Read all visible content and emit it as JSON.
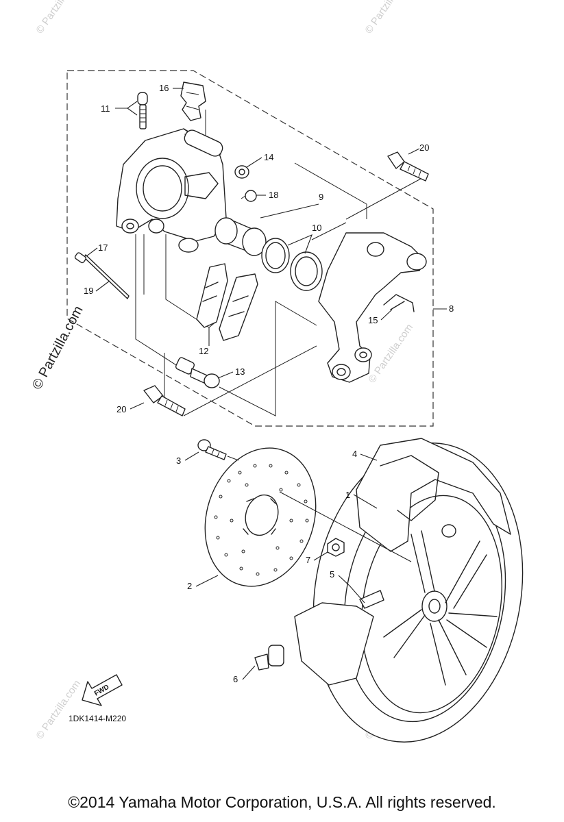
{
  "diagram": {
    "labels": {
      "p1": "1",
      "p2": "2",
      "p3": "3",
      "p4": "4",
      "p5": "5",
      "p6": "6",
      "p7": "7",
      "p8": "8",
      "p9": "9",
      "p10": "10",
      "p11": "11",
      "p12": "12",
      "p13": "13",
      "p14": "14",
      "p15": "15",
      "p16": "16",
      "p17": "17",
      "p18": "18",
      "p19": "19",
      "p20a": "20",
      "p20b": "20"
    },
    "diagram_code": "1DK1414-M220",
    "fwd_arrow": "FWD"
  },
  "watermark": {
    "main": "© Partzilla.com",
    "faint": "© Partzilla.com"
  },
  "footer": {
    "copyright": "©2014 Yamaha Motor Corporation, U.S.A. All rights reserved."
  }
}
